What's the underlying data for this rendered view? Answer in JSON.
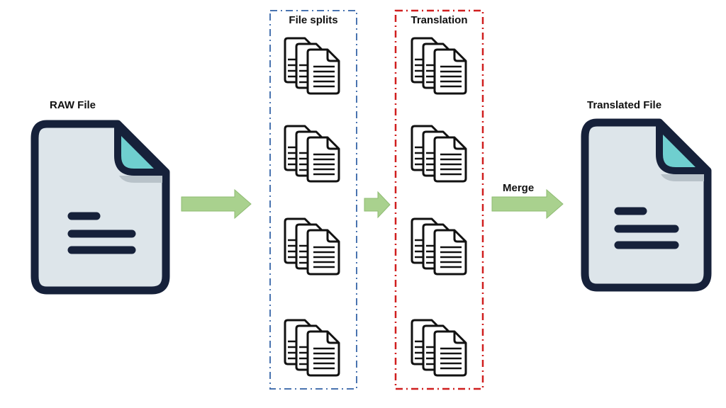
{
  "raw_file": {
    "label": "RAW File",
    "icon": "document-icon"
  },
  "file_splits": {
    "label": "File splits",
    "border_color": "#4a74b0",
    "items": [
      {
        "icon": "stacked-files-icon"
      },
      {
        "icon": "stacked-files-icon"
      },
      {
        "icon": "stacked-files-icon"
      },
      {
        "icon": "stacked-files-icon"
      }
    ]
  },
  "translation": {
    "label": "Translation",
    "border_color": "#d01f1f",
    "items": [
      {
        "icon": "stacked-files-icon"
      },
      {
        "icon": "stacked-files-icon"
      },
      {
        "icon": "stacked-files-icon"
      },
      {
        "icon": "stacked-files-icon"
      }
    ]
  },
  "arrows": [
    {
      "label": "",
      "icon": "right-arrow-icon"
    },
    {
      "label": "",
      "icon": "right-arrow-icon"
    },
    {
      "label": "Merge",
      "icon": "right-arrow-icon"
    }
  ],
  "translated_file": {
    "label": "Translated File",
    "icon": "document-icon"
  },
  "colors": {
    "doc_outline": "#16213a",
    "doc_fill": "#dde5ea",
    "doc_fold": "#6fcfcf",
    "arrow_fill": "#a9d18e",
    "arrow_stroke": "#8fbc73"
  }
}
